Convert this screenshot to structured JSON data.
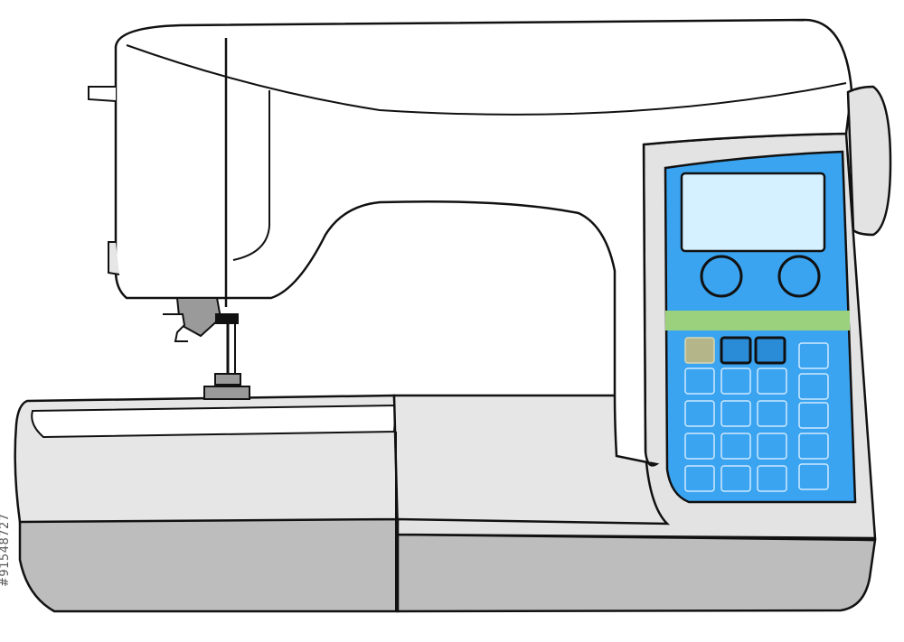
{
  "image": {
    "subject": "sewing-machine",
    "colors": {
      "outline": "#111111",
      "body": "#ffffff",
      "base_light": "#e6e6e6",
      "base_dark": "#bdbdbd",
      "panel_frame": "#e3e3e3",
      "panel_blue": "#3aa4f0",
      "screen": "#d5f0ff",
      "display_strip": "#9bd07c",
      "selected_key": "#b5b58a",
      "dark_key": "#2a8bd6",
      "presser_gray": "#9a9a9a"
    }
  },
  "control_panel": {
    "dials": [
      "left-dial",
      "right-dial"
    ],
    "keypad": {
      "rows": 5,
      "columns": 4,
      "selected_key": "row1-col1",
      "dark_keys": [
        "row1-col2",
        "row1-col3"
      ]
    }
  },
  "watermark": {
    "side_text": "#91548727"
  }
}
